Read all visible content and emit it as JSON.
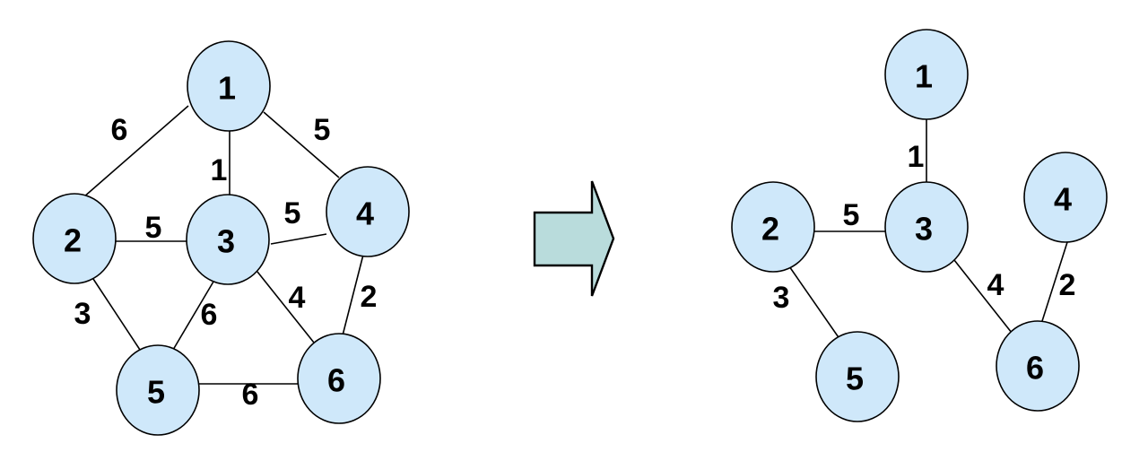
{
  "colors": {
    "node_fill": "#cfe8fa",
    "node_stroke": "#000000",
    "edge": "#000000",
    "arrow_fill": "#b9dcdc"
  },
  "original_graph": {
    "nodes": [
      "1",
      "2",
      "3",
      "4",
      "5",
      "6"
    ],
    "edges": [
      {
        "from": "1",
        "to": "2",
        "weight": "6"
      },
      {
        "from": "1",
        "to": "3",
        "weight": "1"
      },
      {
        "from": "1",
        "to": "4",
        "weight": "5"
      },
      {
        "from": "2",
        "to": "3",
        "weight": "5"
      },
      {
        "from": "3",
        "to": "4",
        "weight": "5"
      },
      {
        "from": "2",
        "to": "5",
        "weight": "3"
      },
      {
        "from": "3",
        "to": "5",
        "weight": "6"
      },
      {
        "from": "3",
        "to": "6",
        "weight": "4"
      },
      {
        "from": "4",
        "to": "6",
        "weight": "2"
      },
      {
        "from": "5",
        "to": "6",
        "weight": "6"
      }
    ]
  },
  "arrow": {
    "direction": "right"
  },
  "spanning_tree": {
    "nodes": [
      "1",
      "2",
      "3",
      "4",
      "5",
      "6"
    ],
    "edges": [
      {
        "from": "1",
        "to": "3",
        "weight": "1"
      },
      {
        "from": "2",
        "to": "3",
        "weight": "5"
      },
      {
        "from": "2",
        "to": "5",
        "weight": "3"
      },
      {
        "from": "3",
        "to": "6",
        "weight": "4"
      },
      {
        "from": "4",
        "to": "6",
        "weight": "2"
      }
    ]
  }
}
